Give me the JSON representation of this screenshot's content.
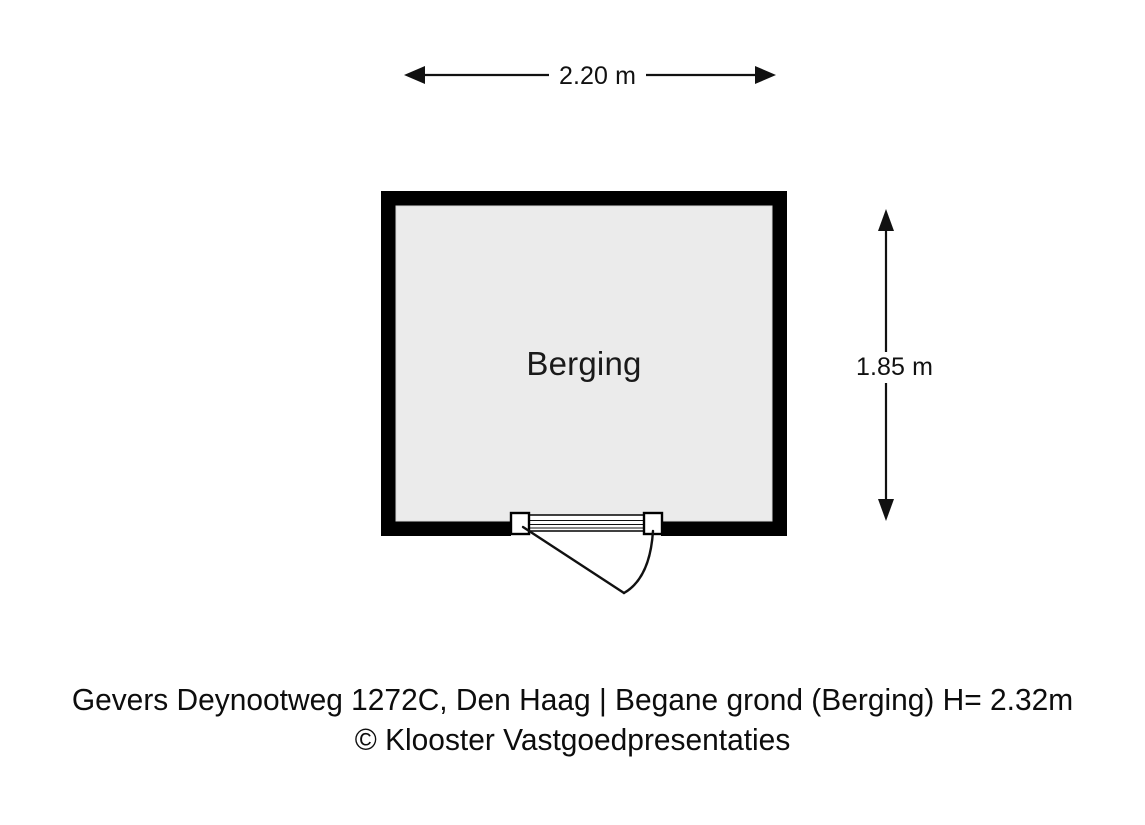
{
  "plan": {
    "room": {
      "name": "Berging",
      "interior_fill": "#ebebeb",
      "wall_color": "#000000"
    },
    "dimensions": {
      "width_label": "2.20 m",
      "height_label": "1.85 m"
    },
    "door": {
      "name": "swing-door",
      "swing": "left",
      "hinge_side": "right"
    }
  },
  "caption": {
    "address_line": "Gevers Deynootweg 1272C, Den Haag | Begane grond (Berging) H= 2.32m",
    "credit_line": "© Klooster Vastgoedpresentaties"
  },
  "colors": {
    "background": "#ffffff",
    "wall": "#000000",
    "floor": "#ebebeb",
    "text": "#111111"
  }
}
